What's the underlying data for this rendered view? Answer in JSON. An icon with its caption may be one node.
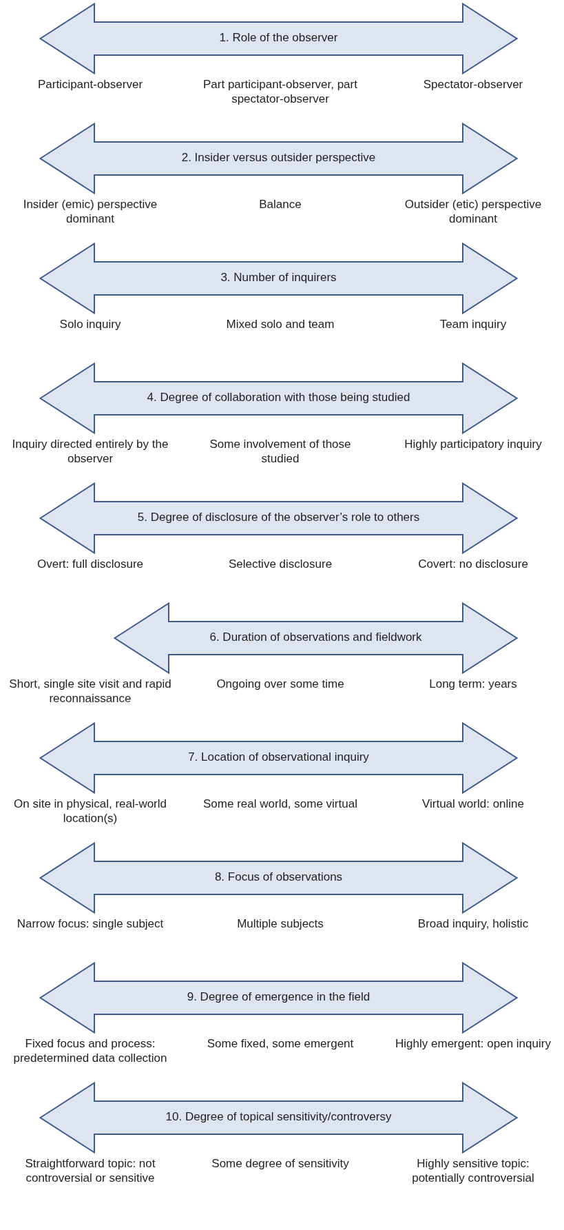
{
  "diagram": {
    "nodes": [
      {
        "text": [
          "1. Role of the observer"
        ],
        "beside": [
          "Participant-observer",
          "Part participant-observer, part spectator-observer",
          "Spectator-observer"
        ]
      },
      {
        "text": [
          "2. Insider versus outsider perspective"
        ],
        "beside": [
          "Insider (emic) perspective dominant",
          "Balance",
          "Outsider (etic) perspective dominant"
        ]
      },
      {
        "text": [
          "3. Number of inquirers"
        ],
        "beside": [
          "Solo inquiry",
          "Mixed solo and team",
          "Team inquiry"
        ]
      },
      {
        "text": [
          "4. Degree of collaboration with those being studied"
        ],
        "beside": [
          "Inquiry directed entirely by the observer",
          "Some involvement of those studied",
          "Highly participatory inquiry"
        ]
      },
      {
        "text": [
          "5. Degree of disclosure of the observer’s role to others"
        ],
        "beside": [
          "Overt: full disclosure",
          "Selective disclosure",
          "Covert: no disclosure"
        ]
      },
      {
        "text": [
          "6. Duration of observations and fieldwork"
        ],
        "beside": [
          "Short, single site visit and rapid reconnaissance",
          "Ongoing over some time",
          "Long term: years"
        ]
      },
      {
        "text": [
          "7. Location of observational inquiry"
        ],
        "beside": [
          "On site in physical, real-world location(s)",
          "Some real world, some virtual",
          "Virtual world: online"
        ]
      },
      {
        "text": [
          "8. Focus of observations"
        ],
        "beside": [
          "Narrow focus: single subject",
          "Multiple subjects",
          "Broad inquiry, holistic"
        ]
      },
      {
        "text": [
          "9. Degree of emergence in the field"
        ],
        "beside": [
          "Fixed focus and process: predetermined data collection",
          "Some fixed, some emergent",
          "Highly emergent: open inquiry"
        ]
      },
      {
        "text": [
          "10. Degree of topical sensitivity/controversy"
        ],
        "beside": [
          "Straightforward topic: not controversial or sensitive",
          "Some degree of sensitivity",
          "Highly sensitive topic: potentially controversial"
        ]
      }
    ]
  }
}
